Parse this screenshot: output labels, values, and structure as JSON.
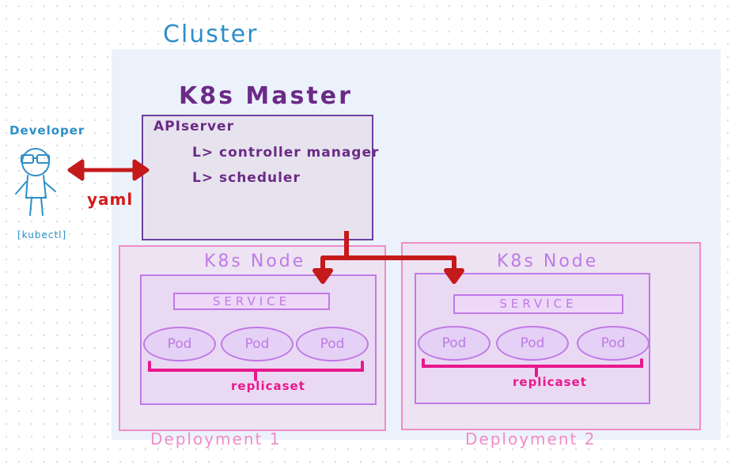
{
  "cluster": {
    "label": "Cluster"
  },
  "master": {
    "title": "K8s Master",
    "api_server": "APIserver",
    "controller": "L> controller manager",
    "scheduler": "L> scheduler"
  },
  "developer": {
    "label": "Developer",
    "tool": "[kubectl]",
    "yaml_label": "yaml"
  },
  "deployments": [
    {
      "label": "Deployment 1",
      "node_label": "K8s Node",
      "service_label": "SERVICE",
      "pods": [
        "Pod",
        "Pod",
        "Pod"
      ],
      "replicaset_label": "replicaset"
    },
    {
      "label": "Deployment 2",
      "node_label": "K8s Node",
      "service_label": "SERVICE",
      "pods": [
        "Pod",
        "Pod",
        "Pod"
      ],
      "replicaset_label": "replicaset"
    }
  ],
  "colors": {
    "cluster_bg": "#ecf2fb",
    "cluster_text": "#2c8fc7",
    "master": "#6b2a86",
    "arrow": "#c41a1a",
    "deployment": "#f08cc8",
    "node": "#c07ae6",
    "replicaset": "#e8188c"
  }
}
